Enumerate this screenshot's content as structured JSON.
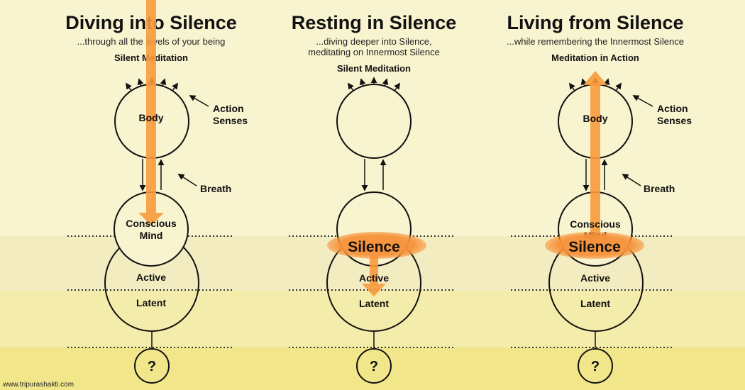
{
  "colors": {
    "arrow": "#f89a3c",
    "silence_glow": "#f7923a",
    "ink": "#111111"
  },
  "panels": [
    {
      "title": "Diving into Silence",
      "subtitle": [
        "...through all the levels of your being"
      ],
      "caption": "Silent Meditation",
      "labels": {
        "body": "Body",
        "action": "Action",
        "senses": "Senses",
        "breath": "Breath",
        "conscious": "Conscious",
        "mind": "Mind",
        "active": "Active",
        "latent": "Latent",
        "unknown": "?"
      }
    },
    {
      "title": "Resting in Silence",
      "subtitle": [
        "...diving deeper into Silence,",
        "meditating on Innermost Silence"
      ],
      "caption": "Silent Meditation",
      "silence": "Silence",
      "labels": {
        "active": "Active",
        "latent": "Latent",
        "unknown": "?"
      }
    },
    {
      "title": "Living from Silence",
      "subtitle": [
        "...while remembering the Innermost Silence"
      ],
      "caption": "Meditation in Action",
      "silence": "Silence",
      "labels": {
        "body": "Body",
        "action": "Action",
        "senses": "Senses",
        "breath": "Breath",
        "conscious": "Conscious",
        "mind": "Mind",
        "active": "Active",
        "latent": "Latent",
        "unknown": "?"
      }
    }
  ],
  "credit": "www.tripurashakti.com"
}
